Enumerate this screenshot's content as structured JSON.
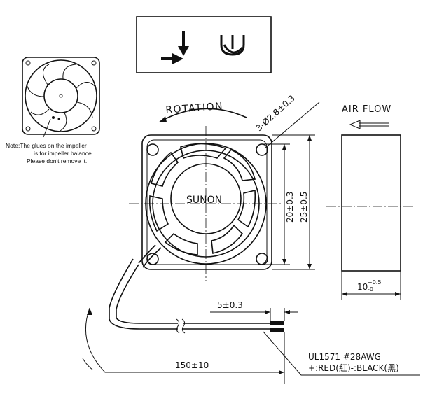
{
  "note": {
    "line1": "Note:The glues on the impeller",
    "line2": "is for impeller balance.",
    "line3": "Please don't remove it."
  },
  "labels": {
    "rotation": "ROTATION",
    "air_flow": "AIR FLOW",
    "brand": "SUNON",
    "hole_spec": "3-Ø2.8±0.3",
    "dim_20": "20±0.3",
    "dim_25": "25±0.5",
    "dim_10_main": "10",
    "dim_10_sup": "+0.5",
    "dim_10_sub": "-0",
    "dim_5": "5±0.3",
    "dim_150": "150±10",
    "wire_spec": "UL1571  #28AWG",
    "wire_colors": "+:RED(紅)-:BLACK(黑)"
  },
  "icons": [
    "arrow-down-right-icon",
    "ul-recognized-mark-icon"
  ]
}
